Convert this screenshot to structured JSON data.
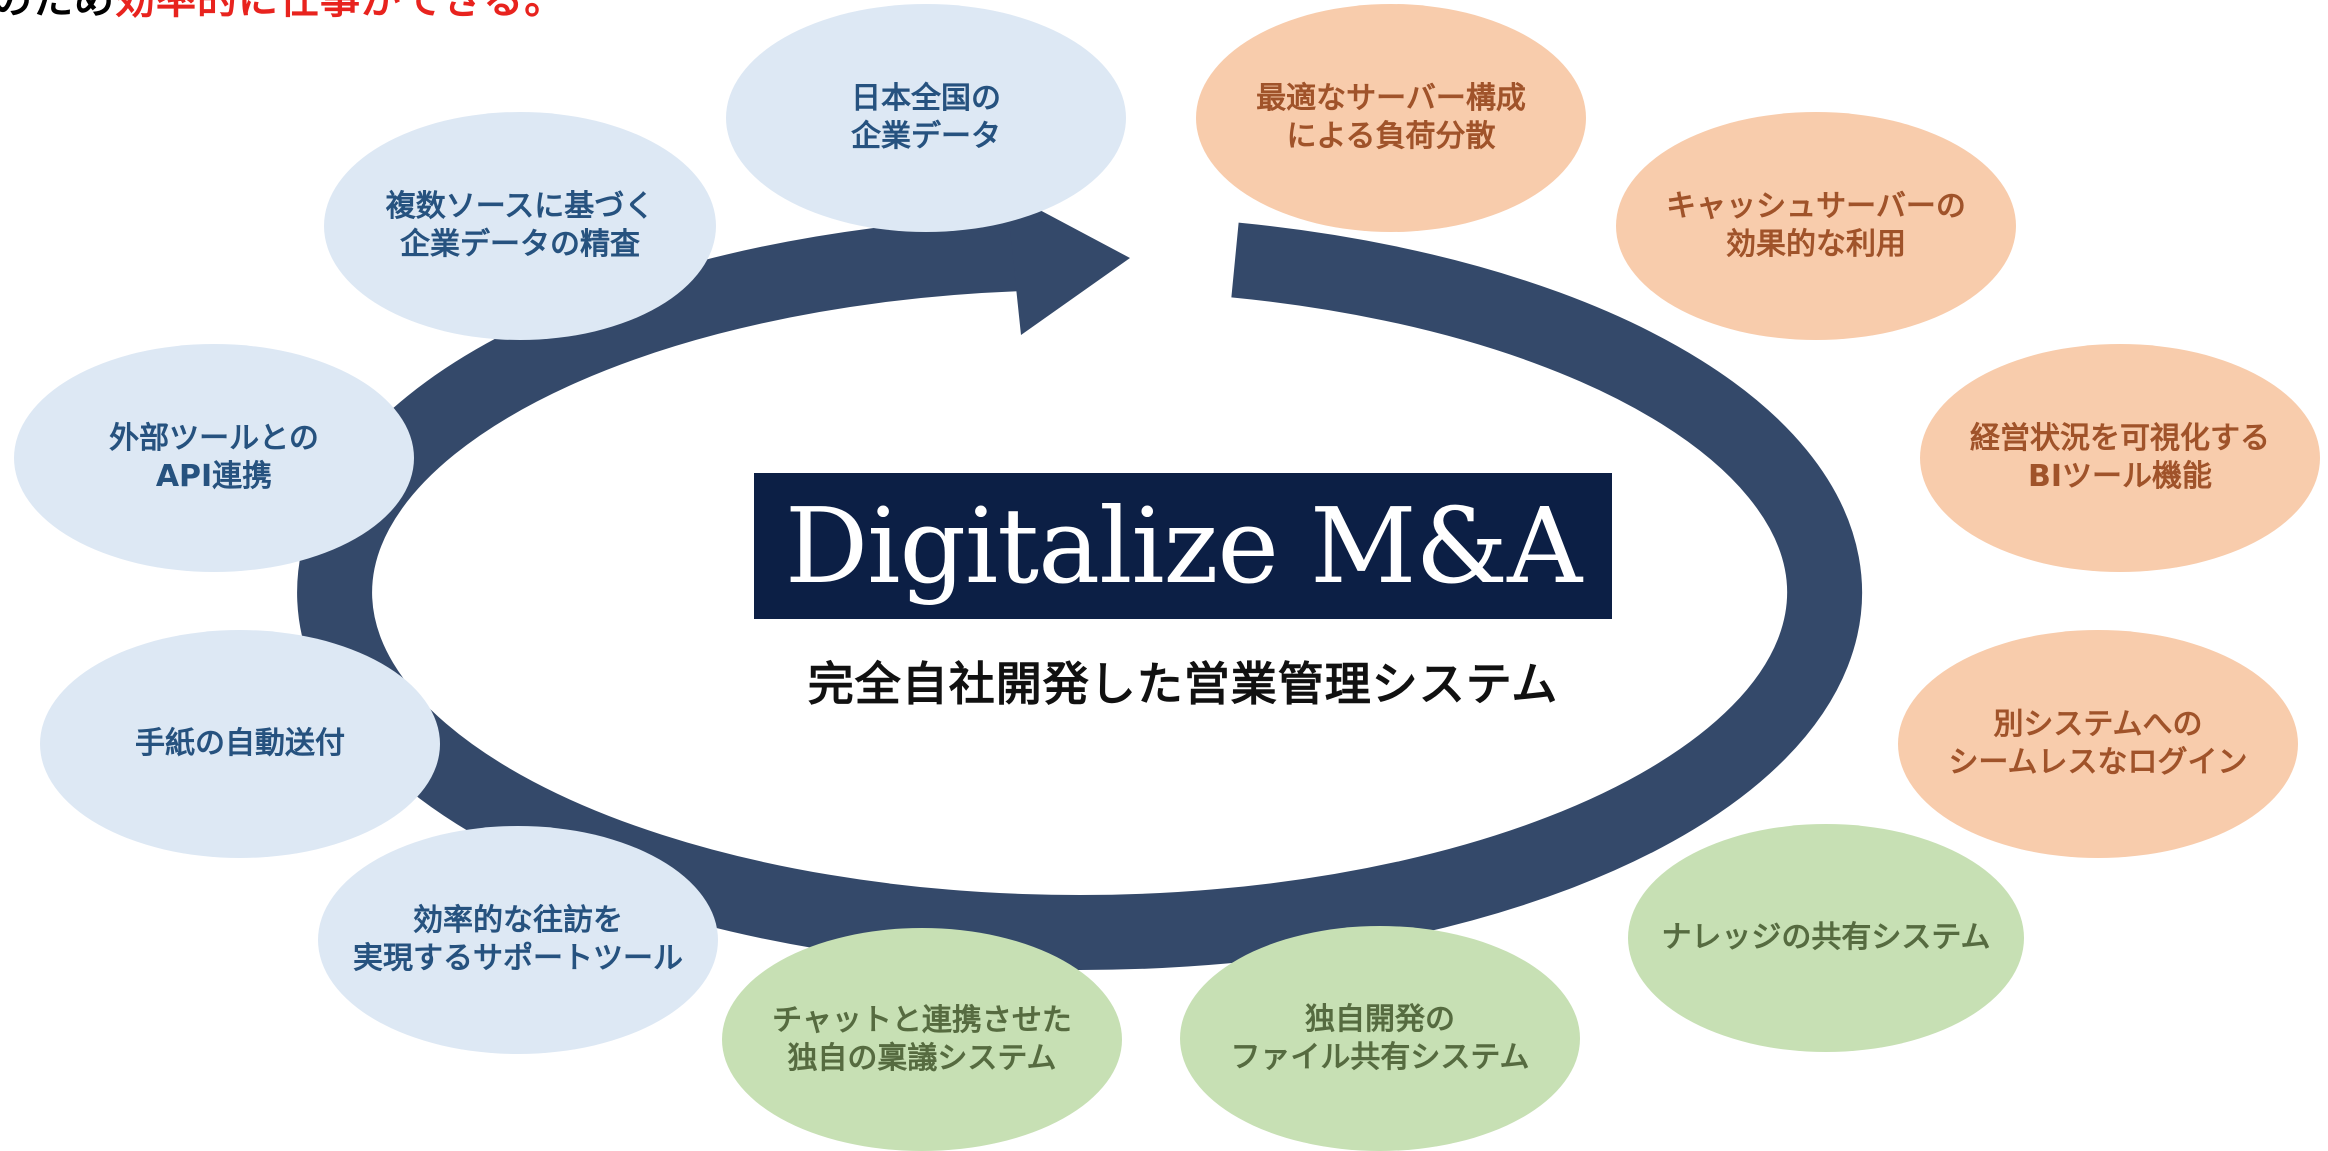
{
  "intro": {
    "prefix": "のため",
    "highlight": "効率的に仕事ができる。"
  },
  "colors": {
    "arrow": "#34496a",
    "logo_bg": "#0c1f45",
    "highlight": "#e8231e",
    "blue_bubble": "#dde8f4",
    "orange_bubble": "#f8ccac",
    "green_bubble": "#c7e0b4"
  },
  "logo": {
    "text": "Digitalize M&A"
  },
  "subtitle": "完全自社開発した営業管理システム",
  "bubbles": {
    "japan_data": {
      "line1": "日本全国の",
      "line2": "企業データ"
    },
    "multi_source": {
      "line1": "複数ソースに基づく",
      "line2": "企業データの精査"
    },
    "api": {
      "line1": "外部ツールとの",
      "line2": "API連携"
    },
    "letters": {
      "line1": "手紙の自動送付"
    },
    "visit_support": {
      "line1": "効率的な往訪を",
      "line2": "実現するサポートツール"
    },
    "approval": {
      "line1": "チャットと連携させた",
      "line2": "独自の稟議システム"
    },
    "file_share": {
      "line1": "独自開発の",
      "line2": "ファイル共有システム"
    },
    "knowledge": {
      "line1": "ナレッジの共有システム"
    },
    "sso": {
      "line1": "別システムへの",
      "line2": "シームレスなログイン"
    },
    "bi_tool": {
      "line1": "経営状況を可視化する",
      "line2": "BIツール機能"
    },
    "cache": {
      "line1": "キャッシュサーバーの",
      "line2": "効果的な利用"
    },
    "load_balance": {
      "line1": "最適なサーバー構成",
      "line2": "による負荷分散"
    }
  }
}
